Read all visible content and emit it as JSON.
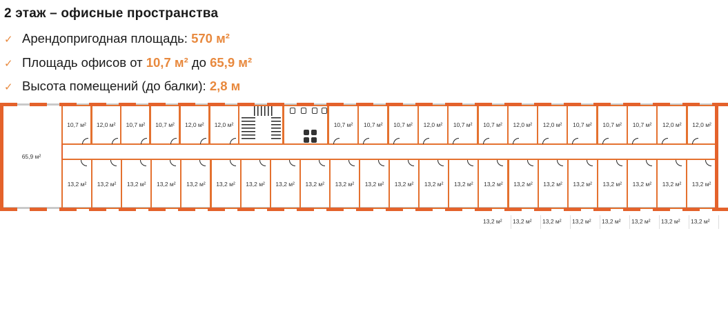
{
  "header": {
    "title": "2 этаж – офисные пространства",
    "features": [
      {
        "icon": "check-icon",
        "label": "Арендопригодная площадь: ",
        "value": "570 м²",
        "label2": "",
        "value2": ""
      },
      {
        "icon": "check-icon",
        "label": "Площадь офисов от ",
        "value": "10,7 м²",
        "label2": " до ",
        "value2": "65,9 м²"
      },
      {
        "icon": "check-icon",
        "label": "Высота помещений (до балки): ",
        "value": "2,8 м",
        "label2": "",
        "value2": ""
      }
    ],
    "check_glyph": "✓"
  },
  "colors": {
    "accent": "#e8893e",
    "wall": "#e4622b"
  },
  "plan": {
    "large_room": "65,9 м²",
    "top_left_rooms": [
      "10,7 м²",
      "12,0 м²",
      "10,7 м²",
      "10,7 м²",
      "12,0 м²",
      "12,0 м²"
    ],
    "top_right_rooms": [
      "10,7 м²",
      "10,7 м²",
      "10,7 м²",
      "12,0 м²",
      "10,7 м²",
      "10,7 м²",
      "12,0 м²",
      "12,0 м²",
      "10,7 м²",
      "10,7 м²",
      "10,7 м²",
      "12,0 м²",
      "12,0 м²"
    ],
    "bottom_rooms": [
      "13,2 м²",
      "13,2 м²",
      "13,2 м²",
      "13,2 м²",
      "13,2 м²",
      "13,2 м²",
      "13,2 м²",
      "13,2 м²",
      "13,2 м²",
      "13,2 м²",
      "13,2 м²",
      "13,2 м²",
      "13,2 м²",
      "13,2 м²",
      "13,2 м²",
      "13,2 м²",
      "13,2 м²",
      "13,2 м²",
      "13,2 м²",
      "13,2 м²",
      "13,2 м²",
      "13,2 м²"
    ],
    "below_labels": [
      "13,2 м²",
      "13,2 м²",
      "13,2 м²",
      "13,2 м²",
      "13,2 м²",
      "13,2 м²",
      "13,2 м²",
      "13,2 м²"
    ]
  }
}
